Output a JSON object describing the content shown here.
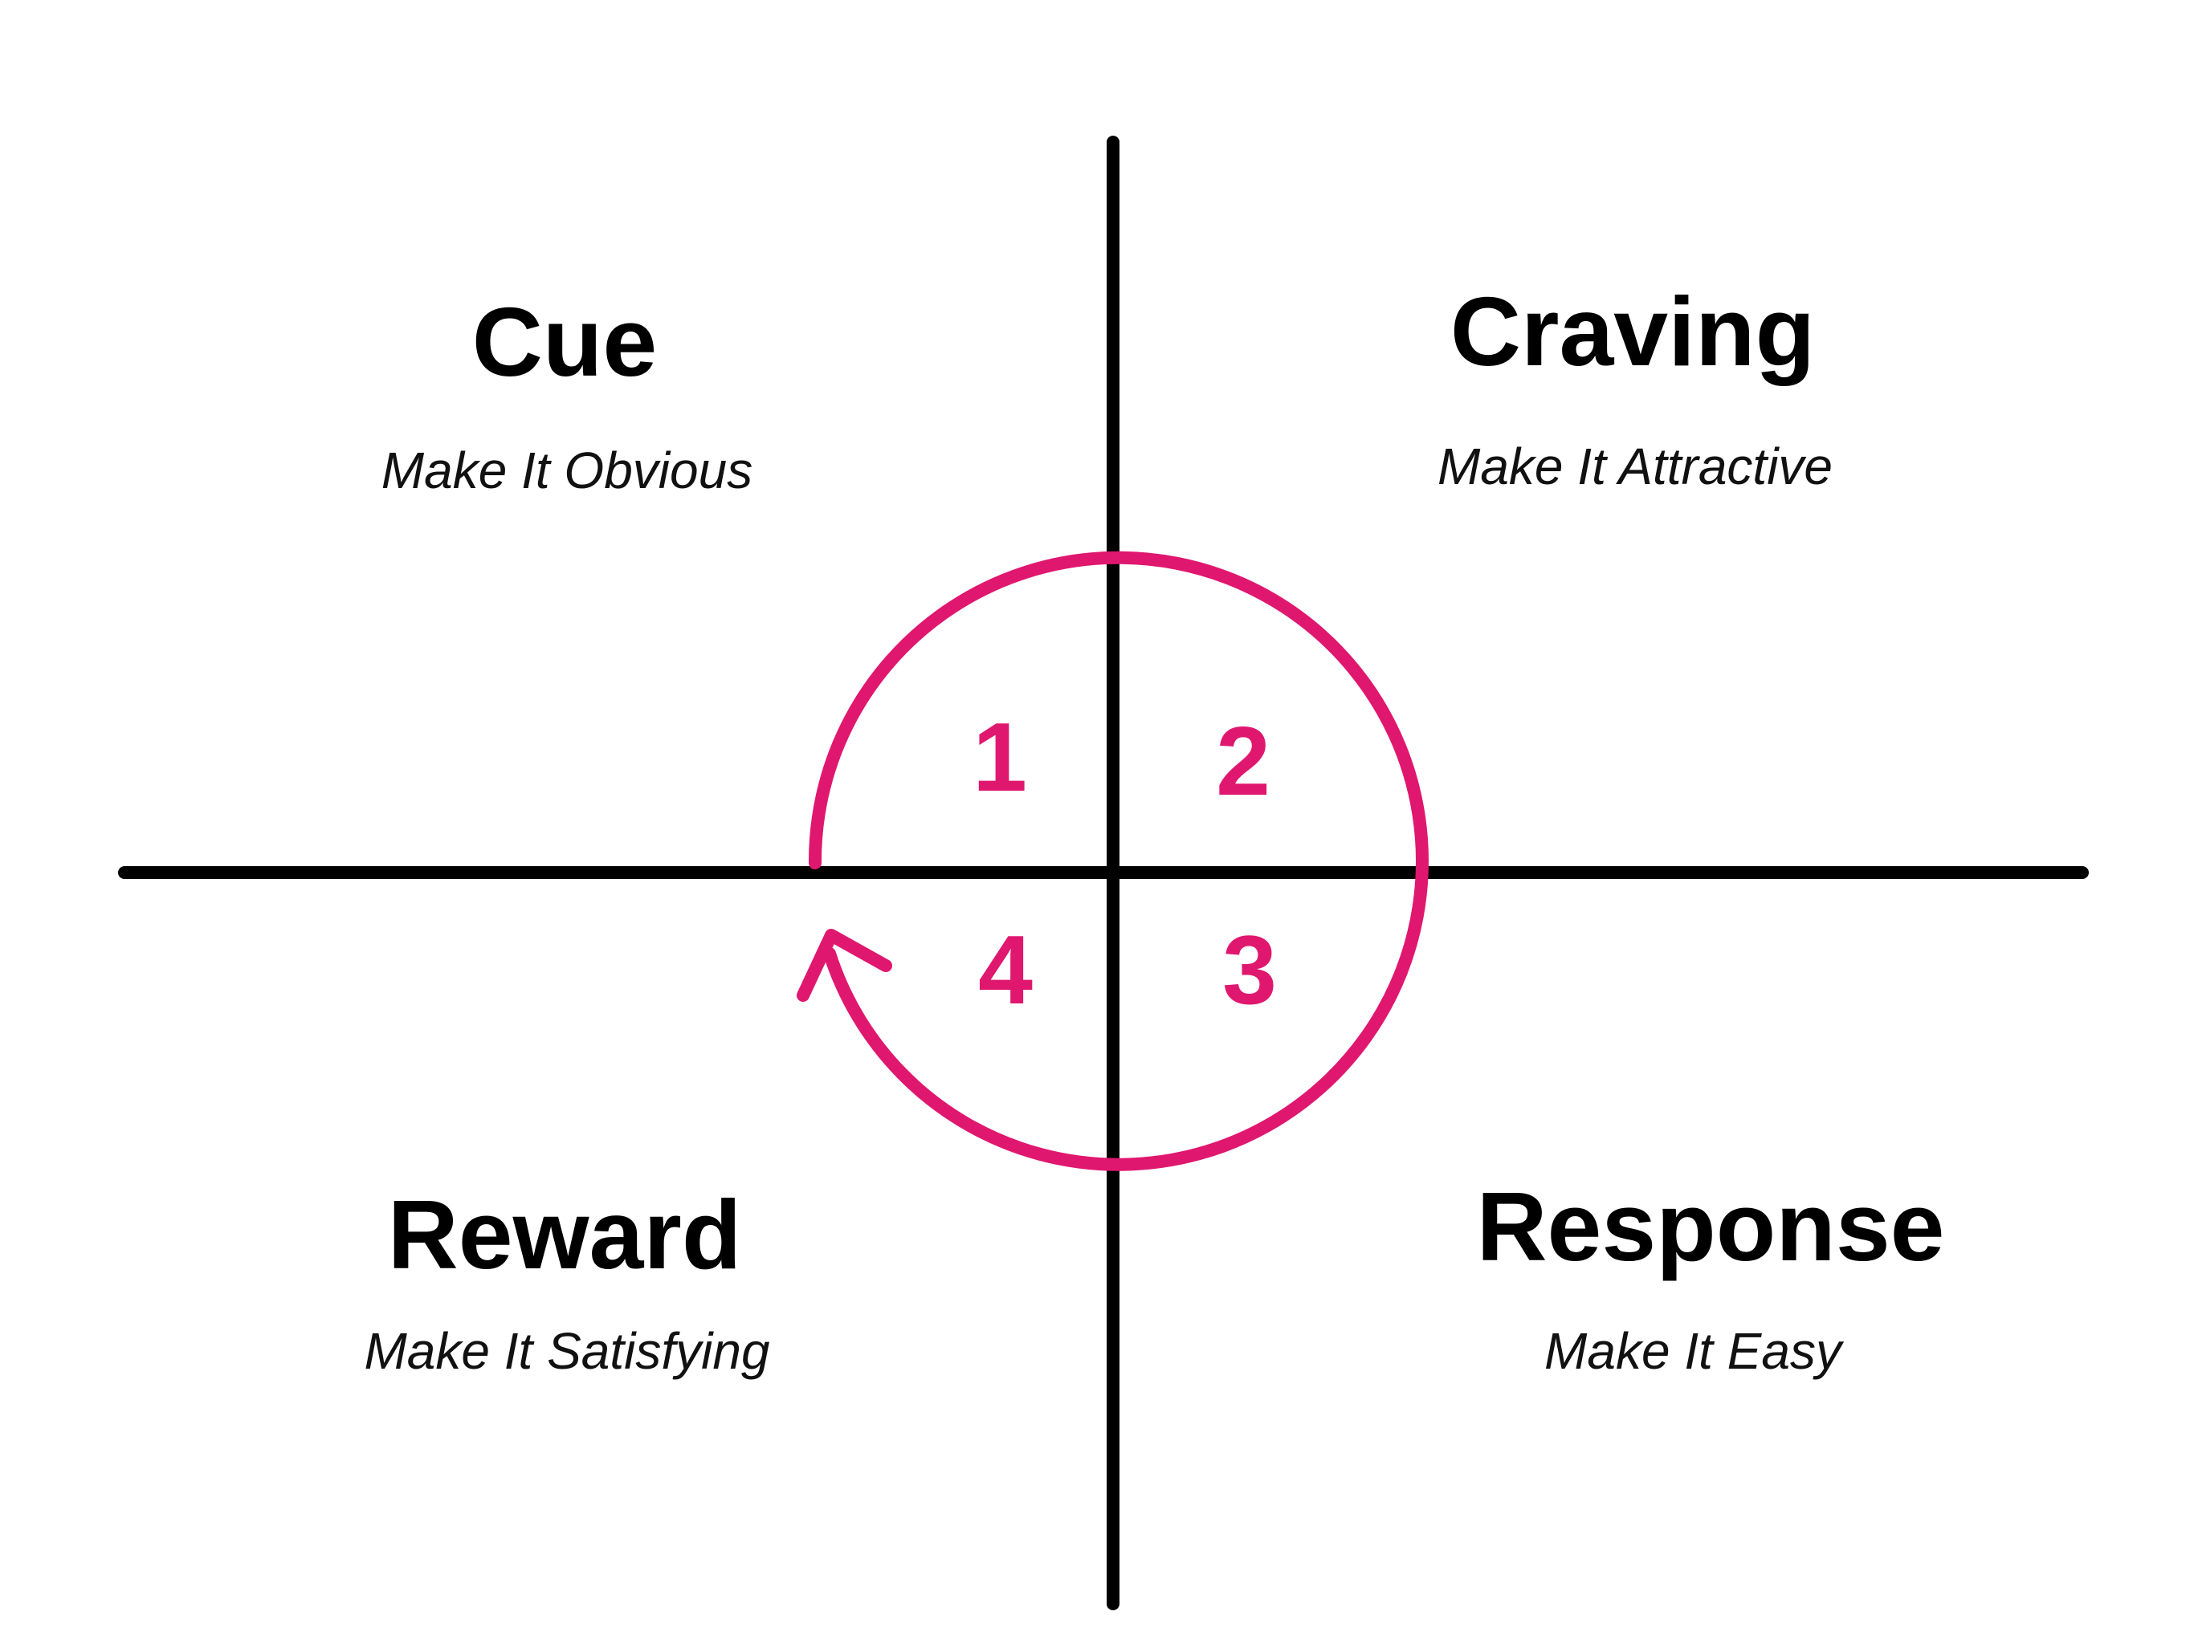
{
  "colors": {
    "axis": "#000000",
    "cycle": "#e0176f",
    "background": "#ffffff"
  },
  "quadrants": {
    "top_left": {
      "title": "Cue",
      "subtitle": "Make It Obvious",
      "step": "1"
    },
    "top_right": {
      "title": "Craving",
      "subtitle": "Make It Attractive",
      "step": "2"
    },
    "bottom_right": {
      "title": "Response",
      "subtitle": "Make It Easy",
      "step": "3"
    },
    "bottom_left": {
      "title": "Reward",
      "subtitle": "Make It Satisfying",
      "step": "4"
    }
  }
}
